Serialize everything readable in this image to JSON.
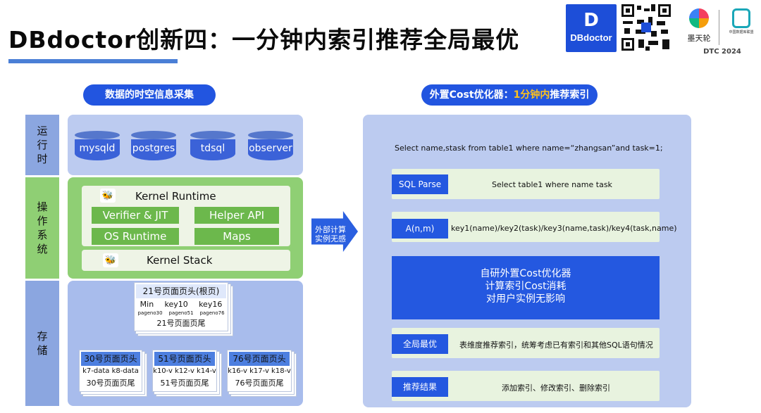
{
  "header": {
    "title": "DBdoctor创新四：一分钟内索引推荐全局最优",
    "brand": "DBdoctor",
    "brand_mark": "D",
    "partner1": "墨天轮",
    "partner2": "中国数据库联盟",
    "event": "DTC 2024"
  },
  "left": {
    "heading": "数据的时空信息采集",
    "runtime": {
      "label": "运行时",
      "dbs": [
        "mysqld",
        "postgres",
        "tdsql",
        "observer"
      ]
    },
    "os": {
      "label": "操作系统",
      "kernel_runtime": "Kernel Runtime",
      "verifier": "Verifier & JIT",
      "helper": "Helper API",
      "os_runtime": "OS Runtime",
      "maps": "Maps",
      "kernel_stack": "Kernel Stack"
    },
    "storage": {
      "label": "存储",
      "root": {
        "head": "21号页面页头(根页)",
        "keys": [
          "Min",
          "key10",
          "key16"
        ],
        "ptrs": [
          "pageno30",
          "pageno51",
          "pageno76"
        ],
        "tail": "21号页面页尾"
      },
      "leaves": [
        {
          "head": "30号页面页头",
          "data": "k7-data  k8-data",
          "tail": "30号页面页尾"
        },
        {
          "head": "51号页面页头",
          "data": "k10-v  k12-v k14-v",
          "tail": "51号页面页尾"
        },
        {
          "head": "76号页面页头",
          "data": "k16-v  k17-v k18-v",
          "tail": "76号页面页尾"
        }
      ]
    }
  },
  "arrow": {
    "line1": "外部计算",
    "line2": "实例无感"
  },
  "right": {
    "heading_prefix": "外置Cost优化器：",
    "heading_hl": "1分钟内",
    "heading_suffix": "推荐索引",
    "sql": "Select name,stask from table1 where name=“zhangsan”and task=1;",
    "rows": [
      {
        "tag": "SQL Parse",
        "text": "Select table1 where name task"
      },
      {
        "tag": "A(n,m)",
        "text": "key1(name)/key2(task)/key3(name,task)/key4(task,name)"
      }
    ],
    "optimizer": [
      "自研外置Cost优化器",
      "计算索引Cost消耗",
      "对用户实例无影响"
    ],
    "rows2": [
      {
        "tag": "全局最优",
        "text": "表维度推荐索引，统筹考虑已有索引和其他SQL语句情况"
      },
      {
        "tag": "推荐结果",
        "text": "添加索引、修改索引、删除索引"
      }
    ]
  },
  "colors": {
    "primary": "#2255e0",
    "highlight": "#ffc21a",
    "green": "#8fcf74"
  }
}
